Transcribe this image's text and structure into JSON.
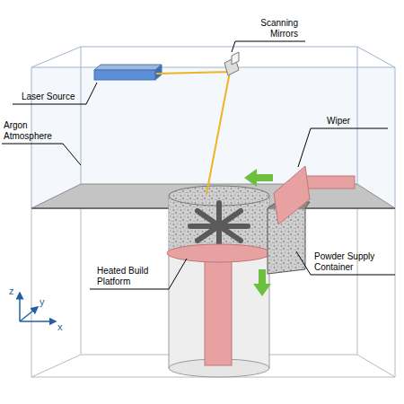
{
  "diagram": {
    "labels": [
      "Scanning Mirrors",
      "Laser Source",
      "Argon Atmosphere",
      "Wiper",
      "Heated Build Platform",
      "Powder Supply Container",
      "z",
      "y",
      "x"
    ]
  }
}
